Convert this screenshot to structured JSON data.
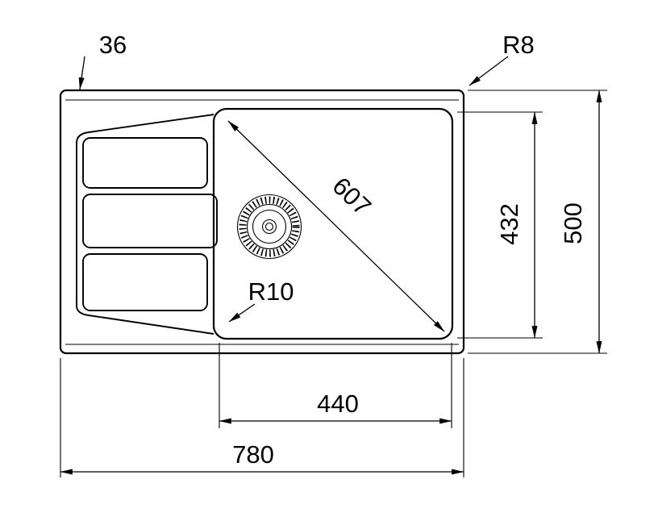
{
  "dims": {
    "rim": "36",
    "r_outer": "R8",
    "diagonal": "607",
    "bowl_h": "432",
    "overall_h": "500",
    "r_bowl": "R10",
    "bowl_w": "440",
    "overall_w": "780"
  },
  "colors": {
    "line": "#000000",
    "background": "#ffffff"
  }
}
